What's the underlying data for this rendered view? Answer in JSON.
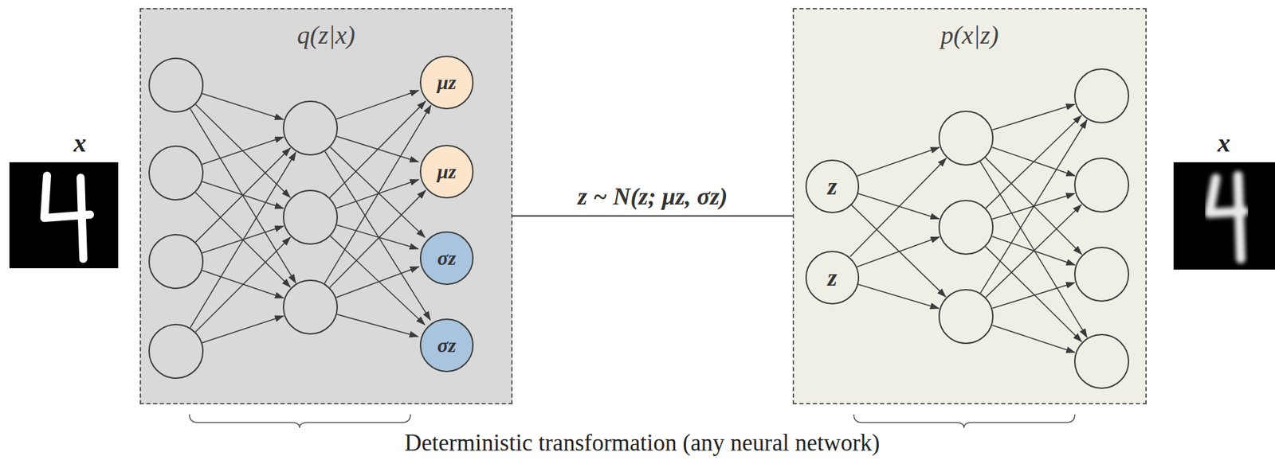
{
  "diagram": {
    "nodes": [
      {
        "text": [
          "q(z|x)"
        ]
      },
      {
        "text": [
          "μz"
        ],
        "in": 0
      },
      {
        "text": [
          "μz"
        ],
        "in": 0
      },
      {
        "text": [
          "σz"
        ],
        "in": 0
      },
      {
        "text": [
          "σz"
        ],
        "in": 0
      },
      {
        "text": [
          "p(x|z)"
        ]
      },
      {
        "text": [
          "z"
        ],
        "in": 5
      },
      {
        "text": [
          "z"
        ],
        "in": 5
      }
    ],
    "edges": [
      {
        "from": 0,
        "to": 5,
        "arrow": "none",
        "label": "z ~ N(z; μz, σz)"
      }
    ],
    "labels": [
      "x",
      "x",
      "Deterministic transformation (any neural network)"
    ]
  }
}
